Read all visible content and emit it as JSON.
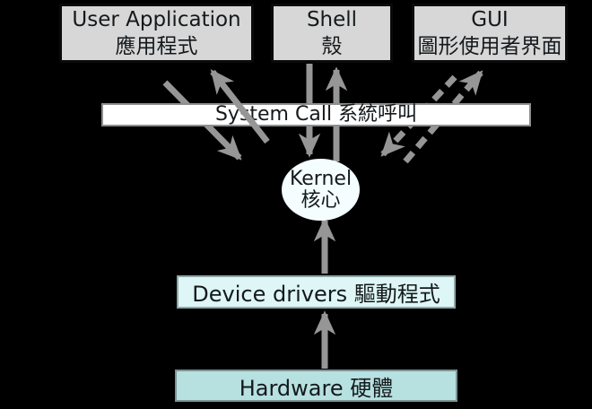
{
  "colors": {
    "background": "#000000",
    "top_box_fill": "#d7d7d7",
    "top_box_border": "#0a0a0a",
    "bar_fill": "#ffffff",
    "bar_border": "#8e8e8e",
    "kernel_fill": "#f4feff",
    "device_fill": "#def6f6",
    "device_border": "#8fa7a7",
    "hardware_fill": "#b7e1e1",
    "hardware_border": "#7d9494",
    "arrow": "#969696",
    "text": "#15191c"
  },
  "nodes": {
    "user_application": {
      "en": "User Application",
      "zh": "應用程式"
    },
    "shell": {
      "en": "Shell",
      "zh": "殼"
    },
    "gui": {
      "en": "GUI",
      "zh": "圖形使用者界面"
    },
    "system_call": {
      "label": "System Call 系統呼叫"
    },
    "kernel": {
      "en": "Kernel",
      "zh": "核心"
    },
    "device_drivers": {
      "label": "Device drivers 驅動程式"
    },
    "hardware": {
      "label": "Hardware 硬體"
    }
  },
  "edges": [
    {
      "from": "kernel",
      "to": "user_application",
      "style": "solid"
    },
    {
      "from": "user_application",
      "to": "kernel",
      "style": "solid"
    },
    {
      "from": "kernel",
      "to": "shell",
      "style": "solid"
    },
    {
      "from": "shell",
      "to": "kernel",
      "style": "solid"
    },
    {
      "from": "kernel",
      "to": "gui",
      "style": "dashed"
    },
    {
      "from": "gui",
      "to": "kernel",
      "style": "dashed"
    },
    {
      "from": "device_drivers",
      "to": "kernel",
      "style": "solid"
    },
    {
      "from": "hardware",
      "to": "device_drivers",
      "style": "solid"
    }
  ]
}
